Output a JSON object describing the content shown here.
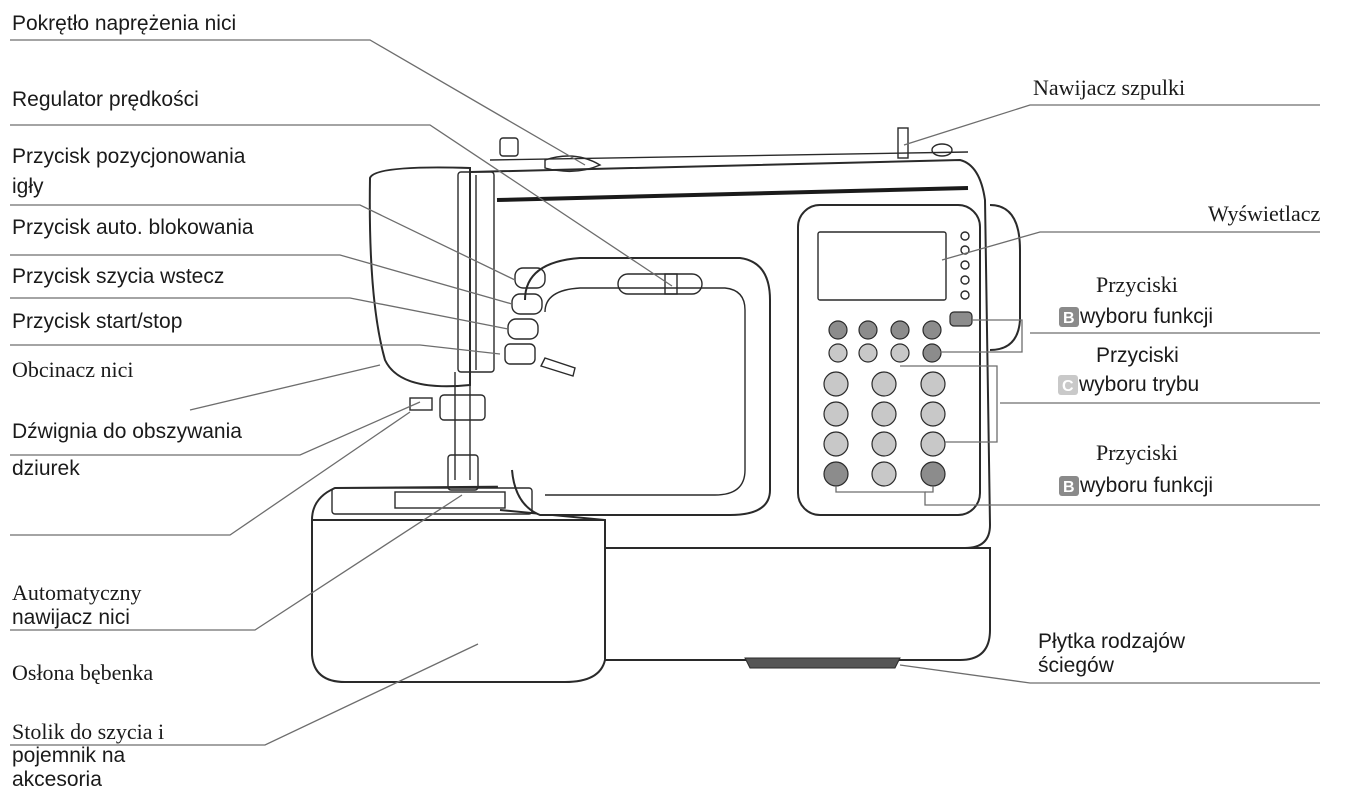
{
  "labels": {
    "thread_tension_dial": "Pokrętło naprężenia nici",
    "speed_regulator": "Regulator prędkości",
    "needle_position_button_line1": "Przycisk pozycjonowania",
    "needle_position_button_line2": "igły",
    "auto_lock_button": "Przycisk auto. blokowania",
    "reverse_button": "Przycisk szycia wstecz",
    "start_stop_button": "Przycisk start/stop",
    "thread_cutter": "Obcinacz nici",
    "buttonhole_lever_line1": "Dźwignia do obszywania",
    "buttonhole_lever_line2": "dziurek",
    "auto_threader_line1": "Automatyczny",
    "auto_threader_line2": "nawijacz nici",
    "bobbin_cover": "Osłona bębenka",
    "extension_table_line1": "Stolik do szycia i",
    "extension_table_line2": "pojemnik na",
    "extension_table_line3": "akcesoria",
    "bobbin_winder": "Nawijacz szpulki",
    "display": "Wyświetlacz",
    "function_buttons_top_line1": "Przyciski",
    "function_buttons_top_line2": "wyboru funkcji",
    "mode_buttons_line1": "Przyciski",
    "mode_buttons_line2": "wyboru trybu",
    "function_buttons_bottom_line1": "Przyciski",
    "function_buttons_bottom_line2": "wyboru funkcji",
    "stitch_chart": "Płytka rodzajów",
    "stitch_chart_line2": "ściegów"
  },
  "badges": {
    "function_top": "B",
    "mode": "C",
    "function_bottom": "B"
  },
  "colors": {
    "badge_b": "#8a8a8a",
    "badge_c": "#c9c9c9",
    "button_dark": "#8c8c8c",
    "button_light": "#c8c8c8",
    "line": "#6d6d6d"
  }
}
